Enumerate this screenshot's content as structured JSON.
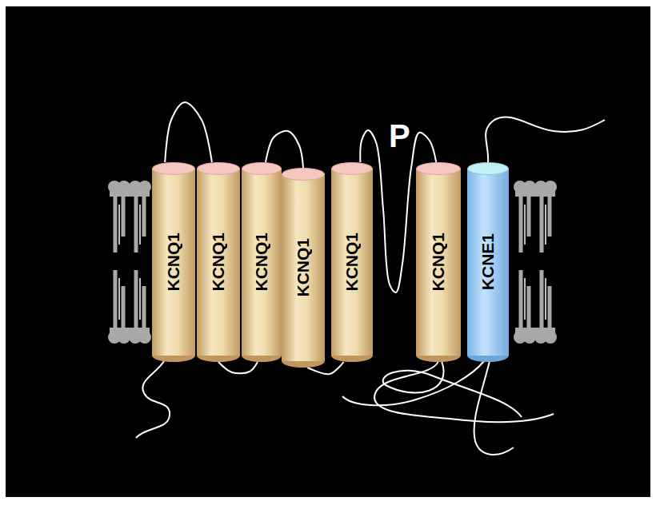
{
  "diagram": {
    "nodes": [
      {
        "text": [
          "KCNQ1"
        ]
      },
      {
        "text": [
          "KCNQ1"
        ]
      },
      {
        "text": [
          "KCNQ1"
        ]
      },
      {
        "text": [
          "KCNQ1"
        ]
      },
      {
        "text": [
          "KCNQ1"
        ]
      },
      {
        "text": [
          "KCNQ1"
        ]
      },
      {
        "text": [
          "KCNE1"
        ]
      }
    ],
    "edges": [
      {
        "from": 0,
        "to": 1,
        "arrow": "none"
      },
      {
        "from": 1,
        "to": 2,
        "arrow": "none"
      },
      {
        "from": 2,
        "to": 3,
        "arrow": "none"
      },
      {
        "from": 3,
        "to": 4,
        "arrow": "none"
      },
      {
        "from": 4,
        "to": 5,
        "arrow": "none",
        "label": "P"
      }
    ]
  }
}
